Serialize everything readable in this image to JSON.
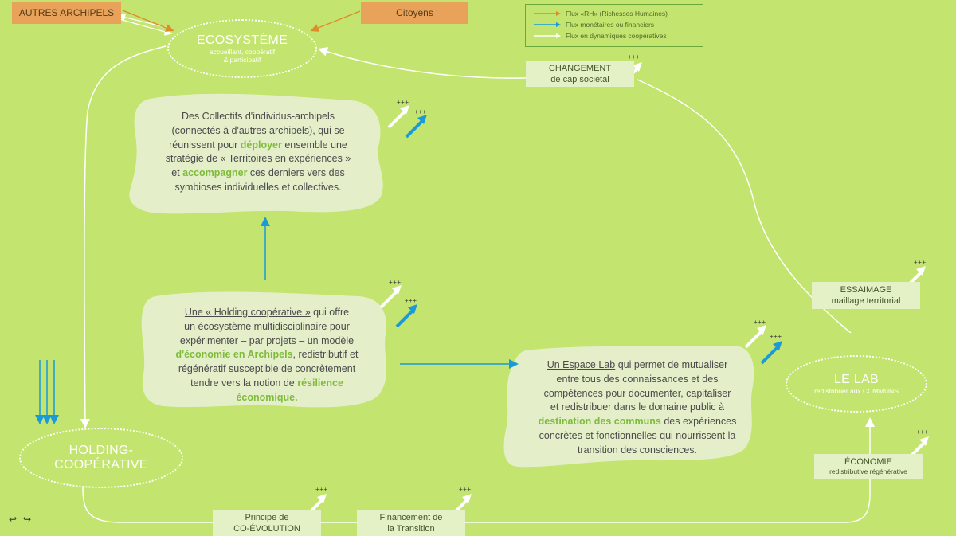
{
  "tags": {
    "archipels": "AUTRES ARCHIPELS",
    "citoyens": "Citoyens"
  },
  "legend": [
    {
      "label": "Flux «RH» (Richesses Humaines)",
      "color": "#e08a2a"
    },
    {
      "label": "Flux monétaires ou financiers",
      "color": "#1a9ad6"
    },
    {
      "label": "Flux en dynamiques coopératives",
      "color": "#ffffff"
    }
  ],
  "ecosysteme": {
    "title": "ECOSYSTÈME",
    "line1": "accueillant, coopératif",
    "line2": "& participatif"
  },
  "changement": {
    "line1": "CHANGEMENT",
    "line2": "de cap sociétal"
  },
  "collectifs": {
    "l1": "Des Collectifs d'individus-archipels",
    "l2": "(connectés à d'autres archipels), qui se",
    "l3a": "réunissent pour ",
    "l3b": "déployer",
    "l3c": " ensemble une",
    "l4": "stratégie de « Territoires en expériences »",
    "l5a": "et ",
    "l5b": "accompagner",
    "l5c": " ces derniers vers des",
    "l6": "symbioses individuelles et collectives."
  },
  "holding_cloud": {
    "l1a": "Une « Holding coopérative »",
    "l1b": " qui offre",
    "l2": "un écosystème multidisciplinaire pour",
    "l3": "expérimenter – par projets – un modèle",
    "l4a": "d'économie en Archipels",
    "l4b": ", redistributif et",
    "l5": "régénératif susceptible de concrètement",
    "l6a": "tendre vers la notion de ",
    "l6b": "résilience",
    "l7": "économique."
  },
  "lab_cloud": {
    "l1a": "Un Espace Lab",
    "l1b": " qui permet de mutualiser",
    "l2": "entre tous des connaissances et des",
    "l3": "compétences pour documenter, capitaliser",
    "l4": "et redistribuer dans le domaine public à",
    "l5a": "destination des communs",
    "l5b": " des expériences",
    "l6": "concrètes et fonctionnelles qui nourrissent la",
    "l7": "transition des consciences."
  },
  "essaimage": {
    "line1": "ESSAIMAGE",
    "line2": "maillage territorial"
  },
  "lelab": {
    "title": "LE LAB",
    "sub": "redistribuer aux COMMUNS"
  },
  "economie": {
    "line1": "ÉCONOMIE",
    "line2": "redistributive régénérative"
  },
  "holding": {
    "line1": "HOLDING-",
    "line2": "COOPÉRATIVE"
  },
  "principe": {
    "line1": "Principe de",
    "line2": "CO-ÉVOLUTION"
  },
  "financement": {
    "line1": "Financement de",
    "line2": "la Transition"
  },
  "plus": "+++",
  "nav": {
    "prev": "↩",
    "next": "↪"
  },
  "colors": {
    "background": "#c3e46e",
    "orange": "#e8a25a",
    "blue": "#1a9ad6",
    "white": "#ffffff",
    "cloud": "#e4efca",
    "highlight": "#7fbb3a"
  }
}
